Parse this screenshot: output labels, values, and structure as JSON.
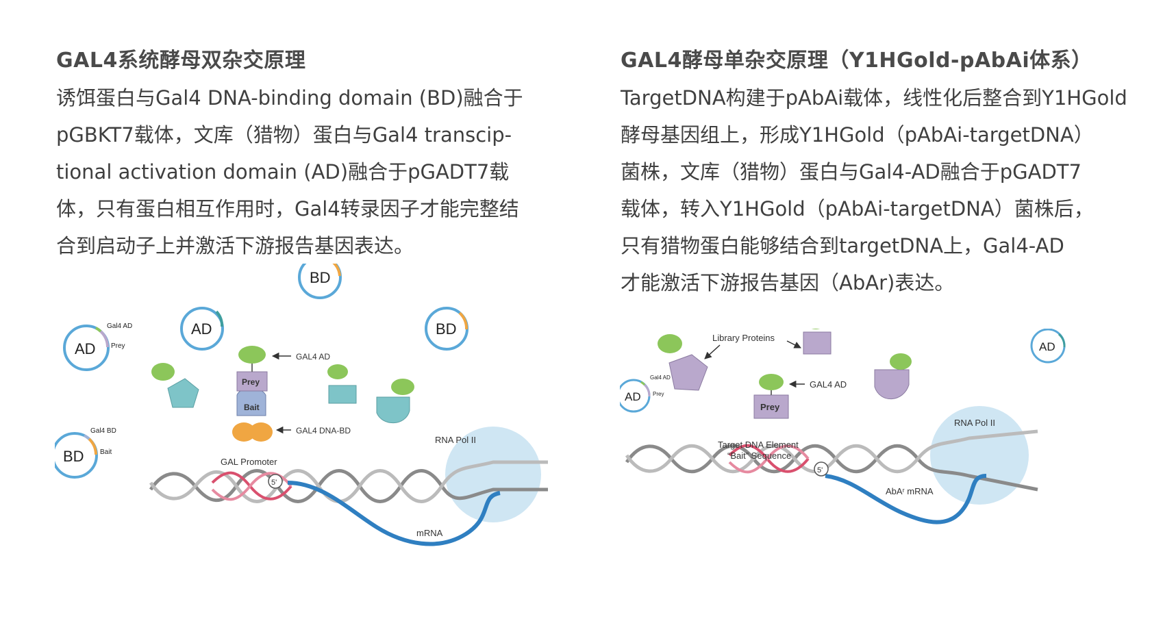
{
  "left": {
    "title": "GAL4系统酵母双杂交原理",
    "lines": [
      "诱饵蛋白与Gal4 DNA-binding domain (BD)融合于",
      "pGBKT7载体，文库（猎物）蛋白与Gal4 transcip-",
      "tional activation domain (AD)融合于pGADT7载",
      "体，只有蛋白相互作用时，Gal4转录因子才能完整结",
      "合到启动子上并激活下游报告基因表达。"
    ],
    "diagram": {
      "plasmid_ad": "AD",
      "plasmid_bd": "BD",
      "gal4_ad": "Gal4 AD",
      "prey": "Prey",
      "gal4_bd": "Gal4 BD",
      "bait": "Bait",
      "arrow_gal4_ad": "GAL4 AD",
      "arrow_gal4_dnabd": "GAL4 DNA-BD",
      "promoter": "GAL Promoter",
      "rna_pol": "RNA Pol II",
      "five_prime": "5'",
      "mrna": "mRNA"
    }
  },
  "right": {
    "title": "GAL4酵母单杂交原理（Y1HGold-pAbAi体系）",
    "lines": [
      "TargetDNA构建于pAbAi载体，线性化后整合到Y1HGold",
      "酵母基因组上，形成Y1HGold（pAbAi-targetDNA）",
      "菌株，文库（猎物）蛋白与Gal4-AD融合于pGADT7",
      "载体，转入Y1HGold（pAbAi-targetDNA）菌株后，",
      "只有猎物蛋白能够结合到targetDNA上，Gal4-AD",
      "才能激活下游报告基因（AbAr)表达。"
    ],
    "diagram": {
      "library_proteins": "Library Proteins",
      "gal4_ad": "GAL4 AD",
      "prey": "Prey",
      "plasmid_ad": "AD",
      "small_gal4_ad": "Gal4 AD",
      "small_prey": "Prey",
      "target_line1": "Target DNA Element",
      "target_line2": "“Bait” Sequence",
      "rna_pol": "RNA Pol II",
      "five_prime": "5'",
      "mrna": "AbAʳ mRNA"
    }
  },
  "colors": {
    "plasmid_ring": "#5aa8d8",
    "green_protein": "#8cc65a",
    "teal_protein": "#7ec4c8",
    "purple_protein": "#b9a8cc",
    "bait_blue": "#9fb3d8",
    "bd_orange": "#f0a642",
    "dna_red": "#d9506e",
    "dna_gray": "#8a8a8a",
    "rna_pol_bg": "#cfe6f3",
    "mrna_blue": "#2f7fc1"
  }
}
